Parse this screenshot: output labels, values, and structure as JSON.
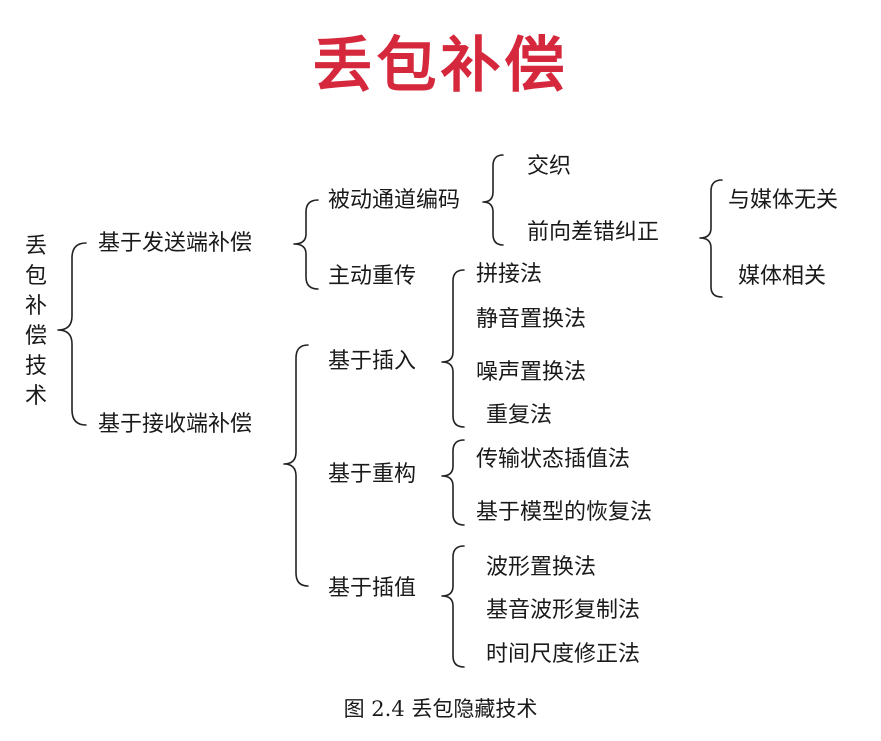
{
  "title": "丢包补偿",
  "root": [
    "丢",
    "包",
    "补",
    "偿",
    "技",
    "术"
  ],
  "level1": {
    "sender": "基于发送端补偿",
    "receiver": "基于接收端补偿"
  },
  "sender": {
    "passive": "被动通道编码",
    "active": "主动重传",
    "passive_children": {
      "interleave": "交织",
      "fec": "前向差错纠正"
    },
    "fec_children": {
      "media_independent": "与媒体无关",
      "media_related": "媒体相关"
    }
  },
  "receiver": {
    "insertion": "基于插入",
    "reconstruction": "基于重构",
    "interpolation": "基于插值",
    "insertion_children": [
      "拼接法",
      "静音置换法",
      "噪声置换法",
      "重复法"
    ],
    "reconstruction_children": [
      "传输状态插值法",
      "基于模型的恢复法"
    ],
    "interpolation_children": [
      "波形置换法",
      "基音波形复制法",
      "时间尺度修正法"
    ]
  },
  "caption": "图 2.4  丢包隐藏技术"
}
